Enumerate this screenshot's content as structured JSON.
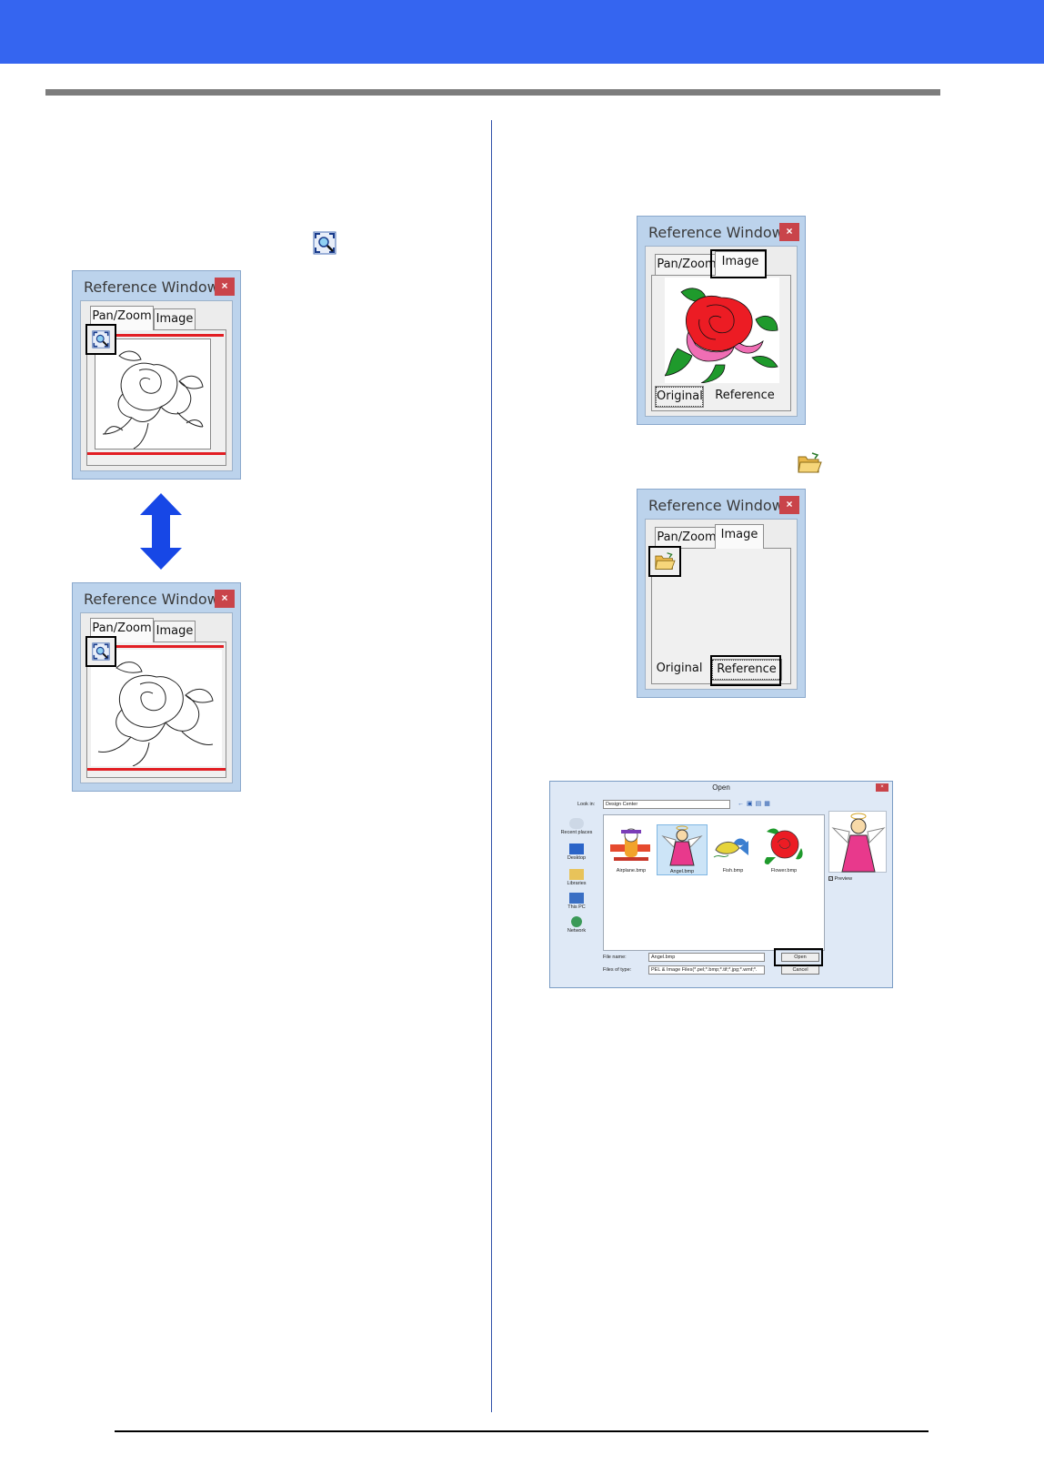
{
  "reference_window": {
    "title": "Reference Window",
    "close_label": "×",
    "tabs": {
      "pan_zoom": "Pan/Zoom",
      "image": "Image"
    },
    "buttons": {
      "original": "Original",
      "reference": "Reference"
    }
  },
  "open_dialog": {
    "title": "Open",
    "close_label": "×",
    "look_in_label": "Look in:",
    "look_in_value": "Design Center",
    "places": [
      "Recent places",
      "Desktop",
      "Libraries",
      "This PC",
      "Network"
    ],
    "files": [
      "Airplane.bmp",
      "Angel.bmp",
      "Fish.bmp",
      "Flower.bmp"
    ],
    "file_name_label": "File name:",
    "file_name_value": "Angel.bmp",
    "file_type_label": "Files of type:",
    "file_type_value": "PEL & Image Files(*.pel;*.bmp;*.tif;*.jpg;*.wmf;*.",
    "open_button": "Open",
    "cancel_button": "Cancel",
    "preview_label": "Preview"
  },
  "colors": {
    "header": "#3565f0",
    "arrow": "#1747e6",
    "highlight": "#e21e23"
  }
}
